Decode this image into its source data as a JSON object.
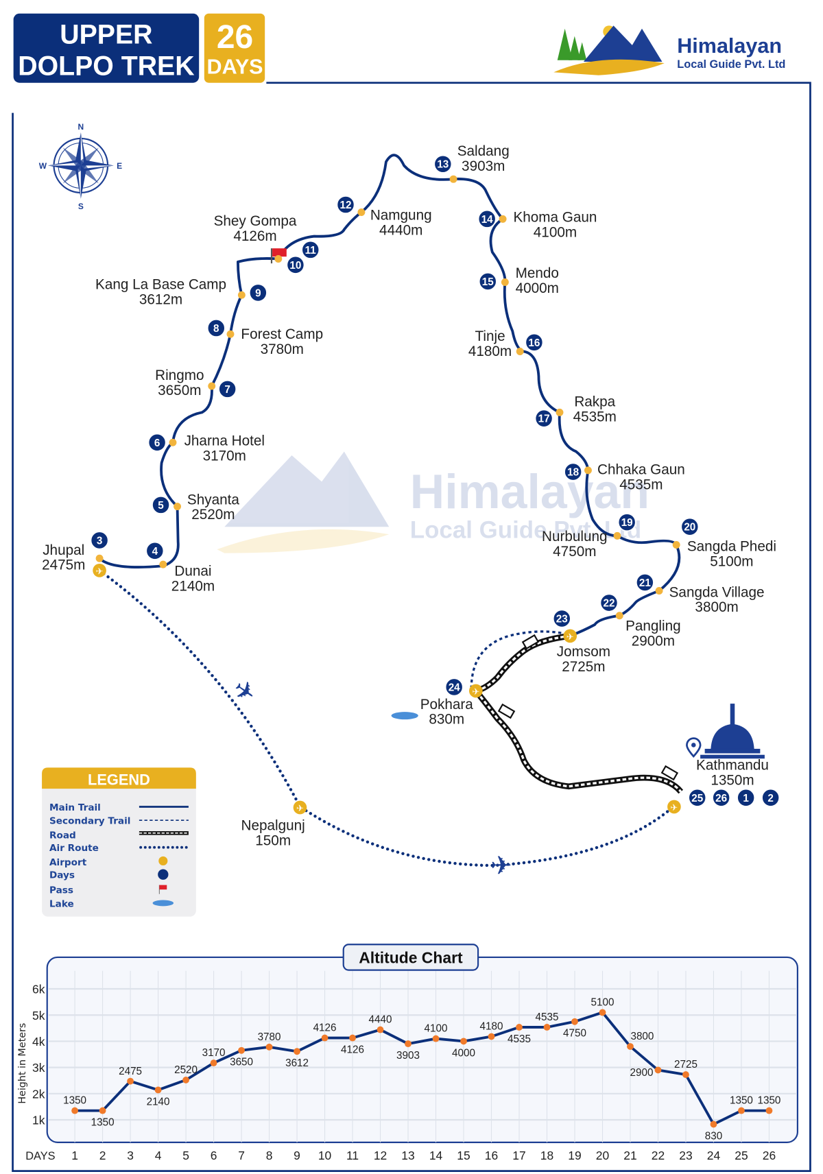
{
  "header": {
    "title_line1": "UPPER",
    "title_line2": "DOLPO TREK",
    "days_number": "26",
    "days_label": "DAYS"
  },
  "logo": {
    "name": "Himalayan",
    "tagline": "Local Guide Pvt. Ltd"
  },
  "watermark": {
    "name": "Himalayan",
    "tagline": "Local Guide Pvt. Ltd"
  },
  "compass": {
    "n": "N",
    "s": "S",
    "e": "E",
    "w": "W"
  },
  "places": [
    {
      "name": "Jhupal",
      "alt": "2475m"
    },
    {
      "name": "Dunai",
      "alt": "2140m"
    },
    {
      "name": "Shyanta",
      "alt": "2520m"
    },
    {
      "name": "Jharna Hotel",
      "alt": "3170m"
    },
    {
      "name": "Ringmo",
      "alt": "3650m"
    },
    {
      "name": "Forest Camp",
      "alt": "3780m"
    },
    {
      "name": "Kang La Base Camp",
      "alt": "3612m"
    },
    {
      "name": "Shey Gompa",
      "alt": "4126m"
    },
    {
      "name": "Namgung",
      "alt": "4440m"
    },
    {
      "name": "Saldang",
      "alt": "3903m"
    },
    {
      "name": "Khoma Gaun",
      "alt": "4100m"
    },
    {
      "name": "Mendo",
      "alt": "4000m"
    },
    {
      "name": "Tinje",
      "alt": "4180m"
    },
    {
      "name": "Rakpa",
      "alt": "4535m"
    },
    {
      "name": "Chhaka Gaun",
      "alt": "4535m"
    },
    {
      "name": "Nurbulung",
      "alt": "4750m"
    },
    {
      "name": "Sangda Phedi",
      "alt": "5100m"
    },
    {
      "name": "Sangda Village",
      "alt": "3800m"
    },
    {
      "name": "Pangling",
      "alt": "2900m"
    },
    {
      "name": "Jomsom",
      "alt": "2725m"
    },
    {
      "name": "Pokhara",
      "alt": "830m"
    },
    {
      "name": "Kathmandu",
      "alt": "1350m"
    },
    {
      "name": "Nepalgunj",
      "alt": "150m"
    }
  ],
  "day_badges": [
    "3",
    "4",
    "5",
    "6",
    "7",
    "8",
    "9",
    "10",
    "11",
    "12",
    "13",
    "14",
    "15",
    "16",
    "17",
    "18",
    "19",
    "20",
    "21",
    "22",
    "23",
    "24",
    "25",
    "26",
    "1",
    "2"
  ],
  "legend": {
    "title": "LEGEND",
    "items": [
      "Main Trail",
      "Secondary Trail",
      "Road",
      "Air Route",
      "Airport",
      "Days",
      "Pass",
      "Lake"
    ]
  },
  "colors": {
    "navy": "#0b2f7a",
    "gold": "#e8b020",
    "orange": "#f07a2a",
    "flag": "#e0202a",
    "lake": "#4a8fd8"
  },
  "chart_data": {
    "type": "line",
    "title": "Altitude Chart",
    "xlabel": "DAYS",
    "ylabel": "Height in Meters",
    "x": [
      1,
      2,
      3,
      4,
      5,
      6,
      7,
      8,
      9,
      10,
      11,
      12,
      13,
      14,
      15,
      16,
      17,
      18,
      19,
      20,
      21,
      22,
      23,
      24,
      25,
      26
    ],
    "x_tick_labels": [
      "1",
      "2",
      "3",
      "4",
      "5",
      "6",
      "7",
      "8",
      "9",
      "10",
      "11",
      "12",
      "13",
      "14",
      "15",
      "16",
      "17",
      "18",
      "19",
      "20",
      "21",
      "22",
      "23",
      "24",
      "25",
      "26"
    ],
    "values": [
      1350,
      1350,
      2475,
      2140,
      2520,
      3170,
      3650,
      3780,
      3612,
      4126,
      4126,
      4440,
      3903,
      4100,
      4000,
      4180,
      4535,
      4535,
      4750,
      5100,
      3800,
      2900,
      2725,
      830,
      1350,
      1350
    ],
    "data_labels": [
      "1350",
      "1350",
      "2475",
      "2140",
      "2520",
      "3170",
      "3650",
      "3780",
      "3612",
      "4126",
      "4126",
      "4440",
      "3903",
      "4100",
      "4000",
      "4180",
      "4535",
      "4535",
      "4750",
      "5100",
      "3800",
      "2900",
      "2725",
      "830",
      "1350",
      "1350"
    ],
    "y_ticks": [
      1000,
      2000,
      3000,
      4000,
      5000,
      6000
    ],
    "y_tick_labels": [
      "1k",
      "2k",
      "3k",
      "4k",
      "5k",
      "6k"
    ],
    "ylim": [
      0,
      6500
    ],
    "grid": true
  }
}
